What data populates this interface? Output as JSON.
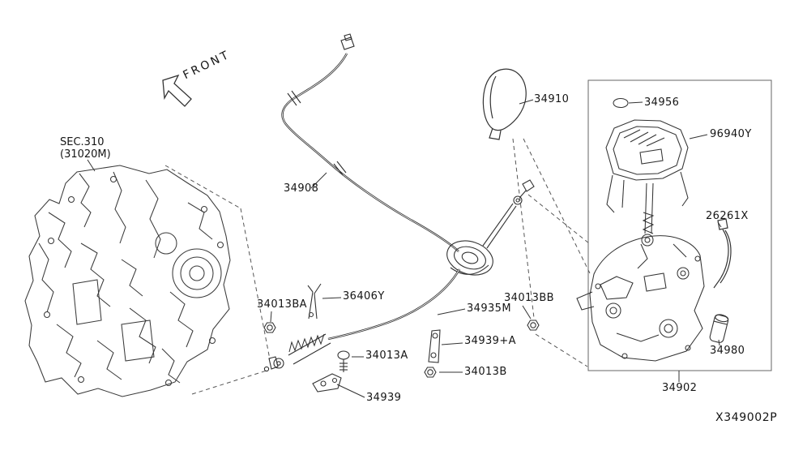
{
  "diagram": {
    "front": "FRONT",
    "code": "X349002P",
    "section": {
      "line1": "SEC.310",
      "line2": "(31020M)"
    },
    "parts": {
      "34908": "34908",
      "34910": "34910",
      "34956": "34956",
      "96940Y": "96940Y",
      "26261X": "26261X",
      "34980": "34980",
      "34902": "34902",
      "34013BA": "34013BA",
      "36406Y": "36406Y",
      "34935M": "34935M",
      "34013BB": "34013BB",
      "34013A": "34013A",
      "34939_A": "34939+A",
      "34013B": "34013B",
      "34939": "34939"
    },
    "colors": {
      "ink": "#1a1a1a",
      "line": "#333333",
      "background": "#ffffff"
    }
  }
}
